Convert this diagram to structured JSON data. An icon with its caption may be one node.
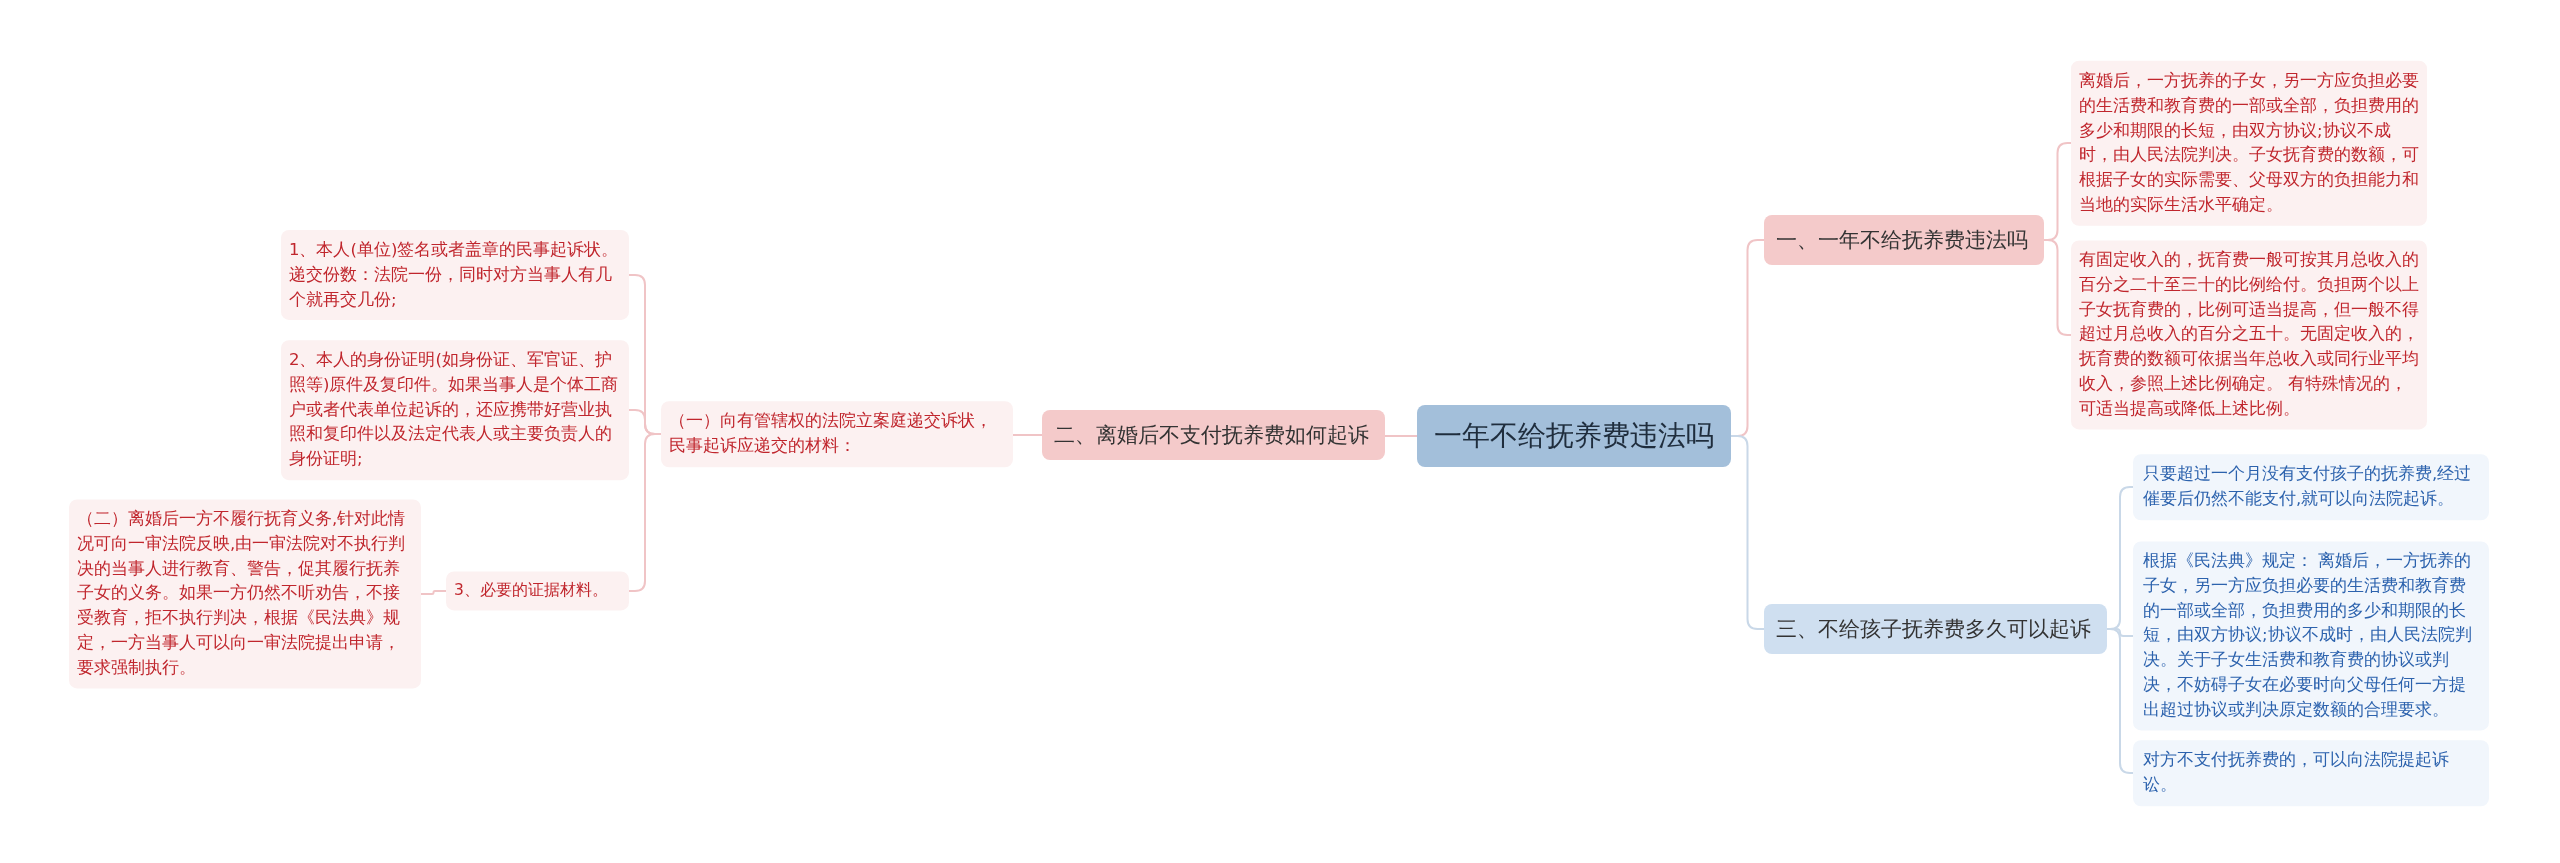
{
  "diagram": {
    "nodes": [
      {
        "text": [
          "一年不给抚养费违法吗"
        ]
      },
      {
        "text": [
          "一、一年不给抚养费违法吗"
        ]
      },
      {
        "text": [
          "离婚后，一方抚养的子女，另一方应负担必要的生活费和教育费的一部或全部，负担费用的多少和期限的长短，由双方协议;协议不成时，由人民法院判决。子女抚育费的数额，可根据子女的实际需要、父母双方的负担能力和当地的实际生活水平确定。"
        ]
      },
      {
        "text": [
          "有固定收入的，抚育费一般可按其月总收入的百分之二十至三十的比例给付。负担两个以上子女抚育费的，比例可适当提高，但一般不得超过月总收入的百分之五十。无固定收入的，抚育费的数额可依据当年总收入或同行业平均收入，参照上述比例确定。 有特殊情况的，可适当提高或降低上述比例。"
        ]
      },
      {
        "text": [
          "二、离婚后不支付抚养费如何起诉"
        ]
      },
      {
        "text": [
          "（一）向有管辖权的法院立案庭递交诉状，民事起诉应递交的材料："
        ]
      },
      {
        "text": [
          "1、本人(单位)签名或者盖章的民事起诉状。递交份数：法院一份，同时对方当事人有几个就再交几份;"
        ]
      },
      {
        "text": [
          "2、本人的身份证明(如身份证、军官证、护照等)原件及复印件。如果当事人是个体工商户或者代表单位起诉的，还应携带好营业执照和复印件以及法定代表人或主要负责人的身份证明;"
        ]
      },
      {
        "text": [
          "3、必要的证据材料。"
        ]
      },
      {
        "text": [
          "（二）离婚后一方不履行抚育义务,针对此情况可向一审法院反映,由一审法院对不执行判决的当事人进行教育、警告，促其履行抚养子女的义务。如果一方仍然不听劝告，不接受教育，拒不执行判决，根据《民法典》规定，一方当事人可以向一审法院提出申请，要求强制执行。"
        ]
      },
      {
        "text": [
          "三、不给孩子抚养费多久可以起诉"
        ]
      },
      {
        "text": [
          "只要超过一个月没有支付孩子的抚养费,经过催要后仍然不能支付,就可以向法院起诉。"
        ]
      },
      {
        "text": [
          "根据《民法典》规定： 离婚后，一方抚养的子女，另一方应负担必要的生活费和教育费的一部或全部，负担费用的多少和期限的长短，由双方协议;协议不成时，由人民法院判决。关于子女生活费和教育费的协议或判决，不妨碍子女在必要时向父母任何一方提出超过协议或判决原定数额的合理要求。"
        ]
      },
      {
        "text": [
          "对方不支付抚养费的，可以向法院提起诉讼。"
        ]
      }
    ],
    "edges": [
      {
        "from": 0,
        "to": 1,
        "arrow": "none"
      },
      {
        "from": 1,
        "to": 2,
        "arrow": "none"
      },
      {
        "from": 1,
        "to": 3,
        "arrow": "none"
      },
      {
        "from": 0,
        "to": 4,
        "arrow": "none"
      },
      {
        "from": 4,
        "to": 5,
        "arrow": "none"
      },
      {
        "from": 5,
        "to": 6,
        "arrow": "none"
      },
      {
        "from": 5,
        "to": 7,
        "arrow": "none"
      },
      {
        "from": 5,
        "to": 8,
        "arrow": "none"
      },
      {
        "from": 8,
        "to": 9,
        "arrow": "none"
      },
      {
        "from": 0,
        "to": 10,
        "arrow": "none",
        "color": "#c9d8e8"
      },
      {
        "from": 10,
        "to": 11,
        "arrow": "none",
        "color": "#c9d8e8"
      },
      {
        "from": 10,
        "to": 12,
        "arrow": "none",
        "color": "#c9d8e8"
      },
      {
        "from": 10,
        "to": 13,
        "arrow": "none",
        "color": "#c9d8e8"
      }
    ]
  }
}
